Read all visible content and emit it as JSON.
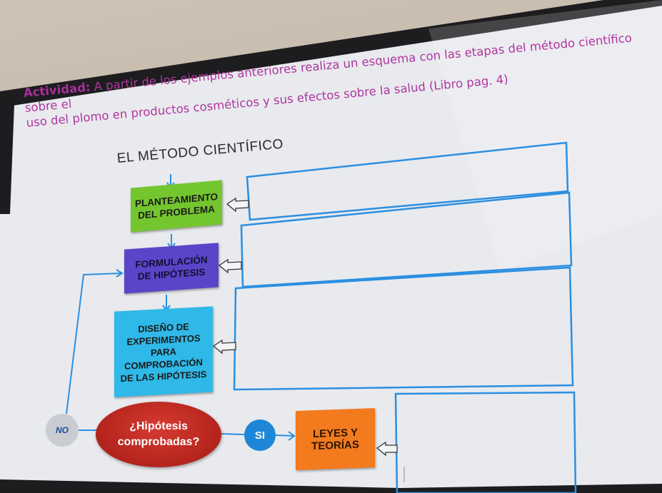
{
  "instruction": {
    "lead": "Actividad:",
    "line1": " A partir de los ejemplos anteriores realiza un esquema con las etapas del método científico sobre el",
    "line2": "uso del plomo en productos cosméticos y sus efectos sobre la salud (Libro pag. 4)"
  },
  "diagram": {
    "title": "EL MÉTODO CIENTÍFICO",
    "stages": {
      "planteamiento": "PLANTEAMIENTO\nDEL PROBLEMA",
      "hipotesis": "FORMULACIÓN\nDE HIPÓTESIS",
      "diseno": "DISEÑO DE\nEXPERIMENTOS\nPARA\nCOMPROBACIÓN\nDE LAS HIPÓTESIS",
      "leyes": "LEYES Y\nTEORÍAS"
    },
    "decision": "¿Hipótesis\ncomprobadas?",
    "yes_label": "SI",
    "no_label": "NO"
  },
  "colors": {
    "green_stage": "#74c62f",
    "purple_stage": "#5a45c9",
    "cyan_stage": "#2fb9e8",
    "orange_stage": "#f47a1e",
    "red_decision": "#c52d24",
    "blue_lines": "#2b8fe0",
    "instruction_text": "#b0359f"
  }
}
